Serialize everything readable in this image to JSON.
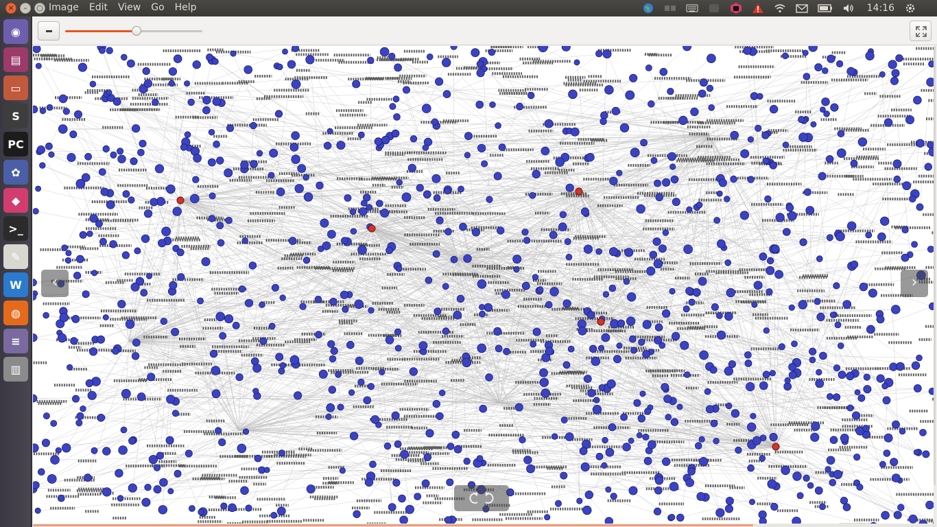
{
  "menu": {
    "items": [
      "Image",
      "Edit",
      "View",
      "Go",
      "Help"
    ]
  },
  "window_buttons": {
    "close": "×",
    "minimize": "–",
    "maximize": "○"
  },
  "indicators": {
    "clock": "14:16",
    "icons": [
      "globe-icon",
      "keyboard-layout-icon",
      "keyboard-icon",
      "app-indicator-icon",
      "jetbrains-toolbox-icon",
      "warning-icon",
      "wifi-icon",
      "mail-icon",
      "battery-icon",
      "volume-icon",
      "session-gear-icon"
    ]
  },
  "launcher": {
    "items": [
      {
        "name": "ubuntu-dash-icon",
        "glyph": "◉",
        "color": "#6e5fae"
      },
      {
        "name": "files-icon",
        "glyph": "▤",
        "color": "#9c3a6a"
      },
      {
        "name": "file-manager-icon",
        "glyph": "▭",
        "color": "#c05a3a"
      },
      {
        "name": "sublime-text-icon",
        "glyph": "S",
        "color": "#3d3d3d"
      },
      {
        "name": "pycharm-icon",
        "glyph": "PC",
        "color": "#1c1c1c"
      },
      {
        "name": "gnome-tweak-icon",
        "glyph": "✿",
        "color": "#4b5fa8"
      },
      {
        "name": "jetbrains-toolbox-launcher-icon",
        "glyph": "◆",
        "color": "#d23c6e"
      },
      {
        "name": "terminal-icon",
        "glyph": ">_",
        "color": "#2b2b2b"
      },
      {
        "name": "text-editor-icon",
        "glyph": "✎",
        "color": "#d8d8d0"
      },
      {
        "name": "writer-icon",
        "glyph": "W",
        "color": "#2a7ad0"
      },
      {
        "name": "firefox-icon",
        "glyph": "◍",
        "color": "#e66a1c"
      },
      {
        "name": "apps-stack-icon",
        "glyph": "≡",
        "color": "#7a6aa0"
      },
      {
        "name": "trash-icon",
        "glyph": "▥",
        "color": "#8b8b8b"
      }
    ]
  },
  "toolbar": {
    "zoom_level": 0.52
  },
  "viewer": {
    "prev": "‹",
    "next": "›"
  }
}
